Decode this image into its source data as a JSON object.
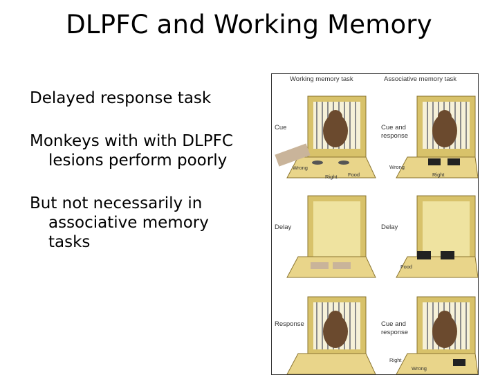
{
  "slide": {
    "title": "DLPFC and Working Memory",
    "bullets": [
      {
        "line1": "Delayed response task",
        "line2": ""
      },
      {
        "line1": "Monkeys with with DLPFC",
        "line2": "lesions perform poorly"
      },
      {
        "line1": "But not necessarily in",
        "line2": "associative memory",
        "line3": "tasks"
      }
    ]
  },
  "figure": {
    "col_working": "Working memory task",
    "col_assoc": "Associative memory task",
    "left": {
      "cue": "Cue",
      "delay": "Delay",
      "response": "Response",
      "wrong": "Wrong",
      "right": "Right",
      "food": "Food"
    },
    "right": {
      "cue": "Cue and",
      "cue2": "response",
      "delay": "Delay",
      "response": "Cue and",
      "response2": "response",
      "wrong": "Wrong",
      "right": "Right",
      "food": "Food",
      "right2": "Right",
      "wrong2": "Wrong"
    },
    "colors": {
      "frame": "#d8c26a",
      "panel": "#efe3a0",
      "tray": "#e9d58a",
      "monkey": "#6b4a2e",
      "bars": "#8a8a8a"
    }
  }
}
